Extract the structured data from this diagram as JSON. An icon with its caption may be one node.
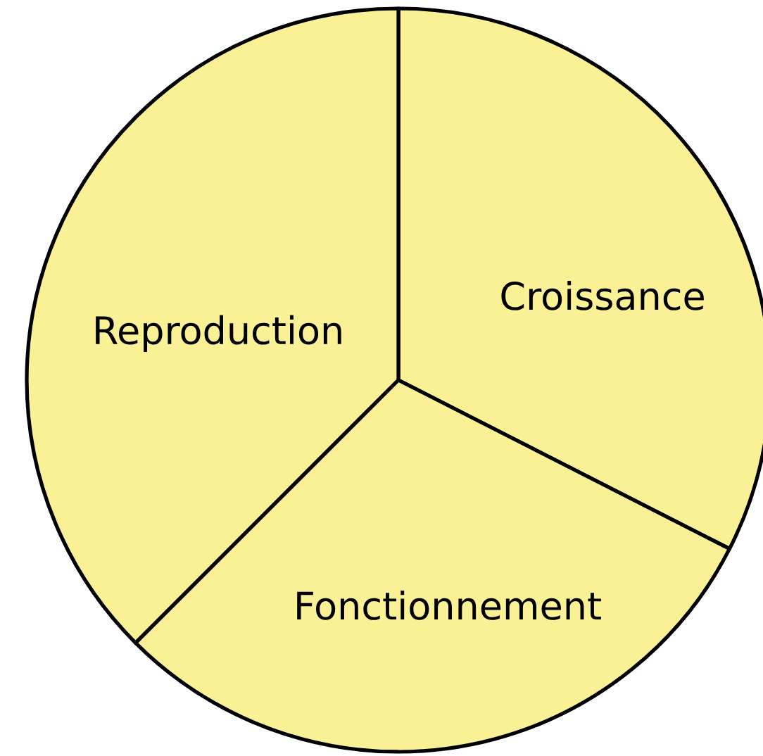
{
  "diagram": {
    "nodes": [
      {
        "text": [
          "Croissance"
        ]
      },
      {
        "text": [
          "Reproduction"
        ]
      },
      {
        "text": [
          "Fonctionnement"
        ]
      }
    ]
  }
}
